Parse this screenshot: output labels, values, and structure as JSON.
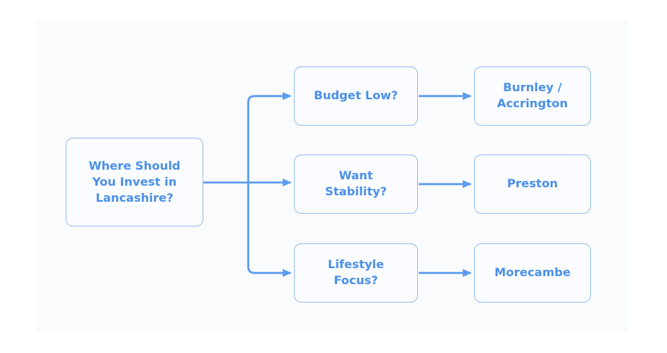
{
  "root": {
    "label": "Where Should\nYou Invest in\nLancashire?"
  },
  "questions": [
    {
      "label": "Budget Low?"
    },
    {
      "label": "Want\nStability?"
    },
    {
      "label": "Lifestyle\nFocus?"
    }
  ],
  "answers": [
    {
      "label": "Burnley /\nAccrington"
    },
    {
      "label": "Preston"
    },
    {
      "label": "Morecambe"
    }
  ],
  "colors": {
    "accent": "#4a8fe8",
    "border": "#9cc2f2",
    "arrow": "#5b9bf0"
  }
}
